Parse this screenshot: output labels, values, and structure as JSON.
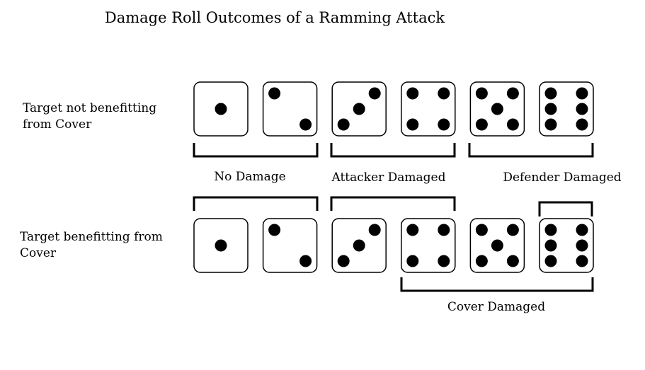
{
  "title": "Damage Roll Outcomes of a Ramming Attack",
  "rows": [
    {
      "label_lines": [
        "Target not benefitting",
        "from Cover"
      ],
      "dice": [
        1,
        2,
        3,
        4,
        5,
        6
      ],
      "groups": [
        {
          "label": "No Damage",
          "dice": [
            1,
            2
          ]
        },
        {
          "label": "Attacker Damaged",
          "dice": [
            3,
            4
          ]
        },
        {
          "label": "Defender Damaged",
          "dice": [
            5,
            6
          ]
        }
      ]
    },
    {
      "label_lines": [
        "Target benefitting from",
        "Cover"
      ],
      "dice": [
        1,
        2,
        3,
        4,
        5,
        6
      ],
      "groups": [
        {
          "label": "",
          "dice": [
            1,
            2
          ]
        },
        {
          "label": "",
          "dice": [
            3,
            4
          ]
        },
        {
          "label": "",
          "dice": [
            6
          ]
        },
        {
          "label": "Cover Damaged",
          "dice": [
            4,
            5,
            6
          ]
        }
      ]
    }
  ]
}
